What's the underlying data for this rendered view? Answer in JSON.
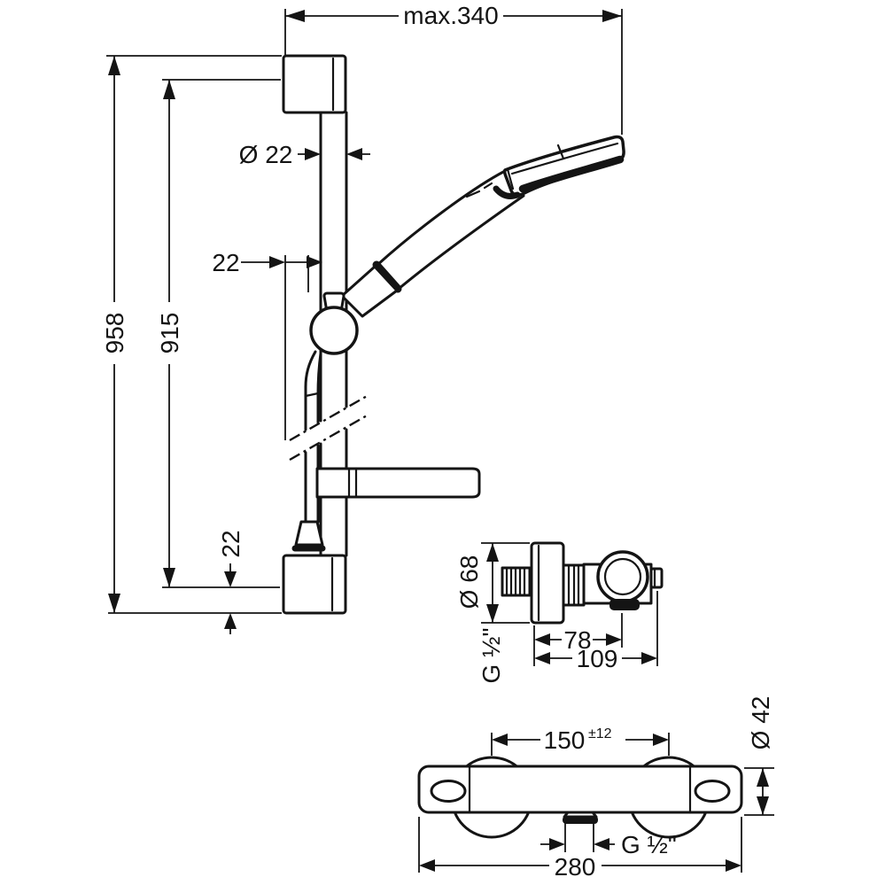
{
  "drawing": {
    "kind": "technical dimension drawing",
    "subject": "shower set: wall bar with hand shower and thermostatic mixer",
    "line_color": "#141414",
    "background_color": "#ffffff",
    "labels": {
      "max_width": "max.340",
      "bar_length": "958",
      "hole_distance": "915",
      "bar_diameter": "Ø 22",
      "slider_offset": "22",
      "bottom_offset": "22",
      "escutcheon_diameter": "Ø 68",
      "wall_connection_thread": "G ½\"",
      "wall_to_outlet": "78",
      "wall_to_front": "109",
      "connection_centers": "150",
      "connection_tolerance": "±12",
      "outlet_thread": "G ½\"",
      "mixer_width": "280",
      "mixer_body_diameter": "Ø 42"
    }
  }
}
